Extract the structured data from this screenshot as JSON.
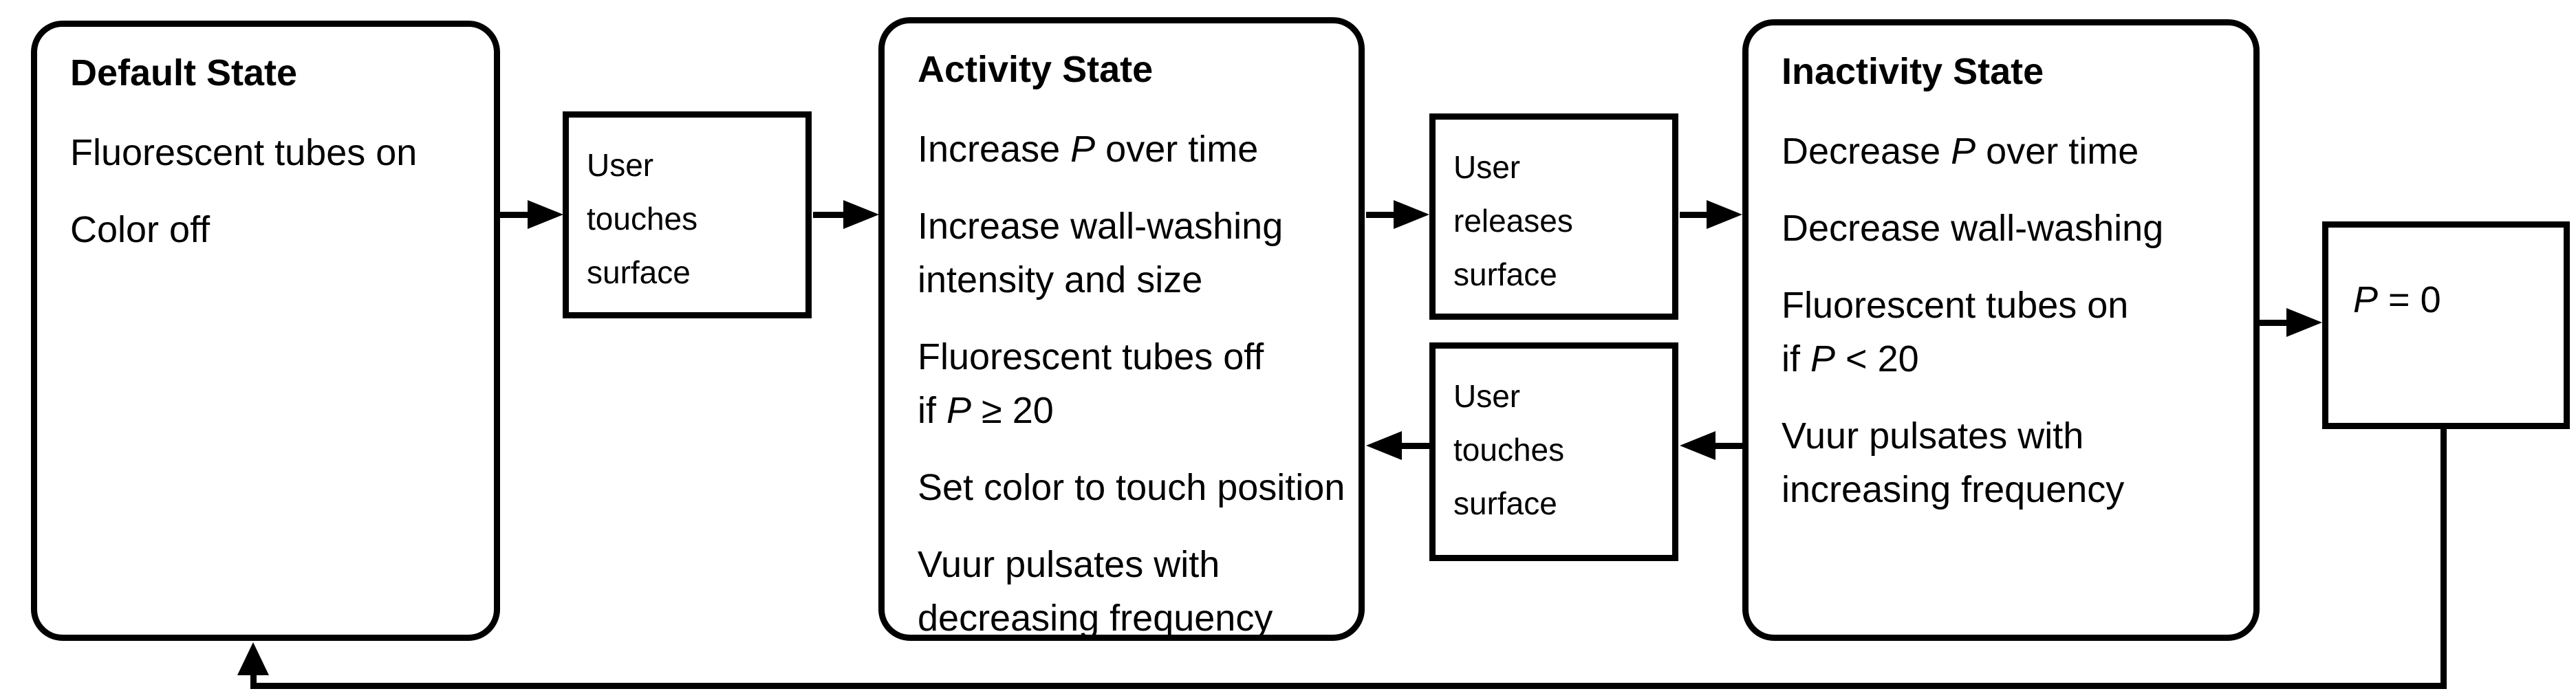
{
  "colors": {
    "background": "#ffffff",
    "line": "#000000",
    "text": "#000000"
  },
  "states": {
    "default": {
      "title": "Default State",
      "p1": "Fluorescent tubes on",
      "p2": "Color off"
    },
    "activity": {
      "title": "Activity State",
      "p1_pre": "Increase ",
      "p1_var": "P",
      "p1_post": " over time",
      "p2_l1": "Increase wall-washing",
      "p2_l2": "intensity and size",
      "p3_l1": "Fluorescent tubes off",
      "p3_l2_pre": "if ",
      "p3_l2_var": "P",
      "p3_l2_post": " ≥ 20",
      "p4": "Set color to touch position",
      "p5_l1": "Vuur pulsates with",
      "p5_l2": "decreasing frequency"
    },
    "inactivity": {
      "title": "Inactivity State",
      "p1_pre": "Decrease ",
      "p1_var": "P",
      "p1_post": " over time",
      "p2": "Decrease wall-washing",
      "p3_l1": "Fluorescent tubes on",
      "p3_l2_pre": "if ",
      "p3_l2_var": "P",
      "p3_l2_post": " < 20",
      "p4_l1": "Vuur pulsates with",
      "p4_l2": "increasing frequency"
    }
  },
  "events": {
    "touch_first": {
      "l1": "User",
      "l2": "touches",
      "l3": "surface"
    },
    "release": {
      "l1": "User",
      "l2": "releases",
      "l3": "surface"
    },
    "touch_again": {
      "l1": "User",
      "l2": "touches",
      "l3": "surface"
    }
  },
  "terminal": {
    "var": "P",
    "rest": " = 0"
  }
}
